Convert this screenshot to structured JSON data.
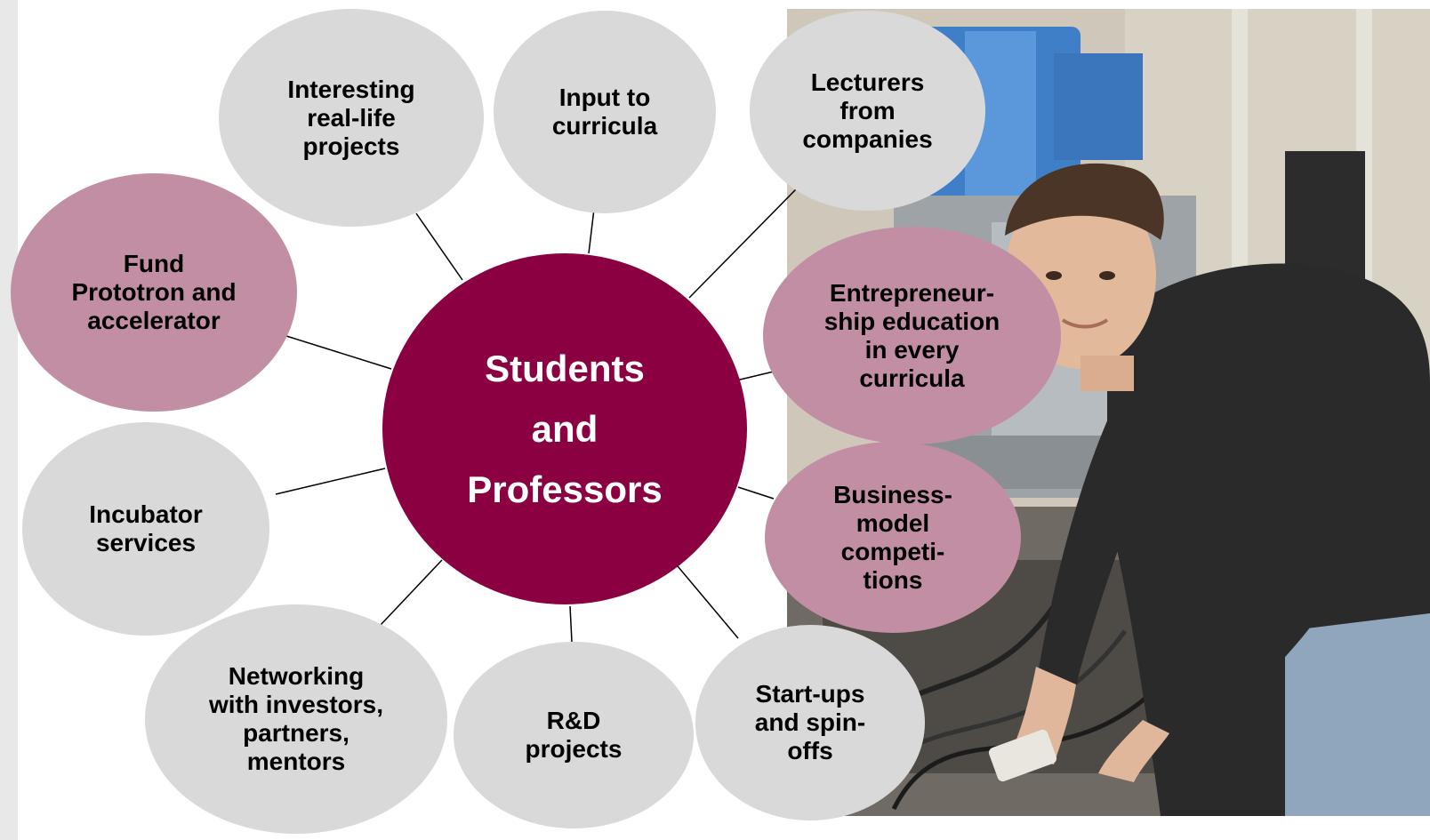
{
  "diagram": {
    "center": "Students\nand\nProfessors",
    "bubbles": {
      "real_life": "Interesting\nreal-life\nprojects",
      "input": "Input to\ncurricula",
      "lecturers": "Lecturers\nfrom\ncompanies",
      "fund": "Fund\nPrototron and\naccelerator",
      "entrepreneurship": "Entrepreneur-\nship education\nin every\ncurricula",
      "incubator": "Incubator\nservices",
      "business_model": "Business-\nmodel\ncompeti-\ntions",
      "networking": "Networking\nwith investors,\npartners,\nmentors",
      "rnd": "R&D\nprojects",
      "startups": "Start-ups\nand spin-\noffs"
    },
    "colors": {
      "center": "#8b0040",
      "grey": "#d9d9d9",
      "pink": "#c28ea4"
    }
  }
}
